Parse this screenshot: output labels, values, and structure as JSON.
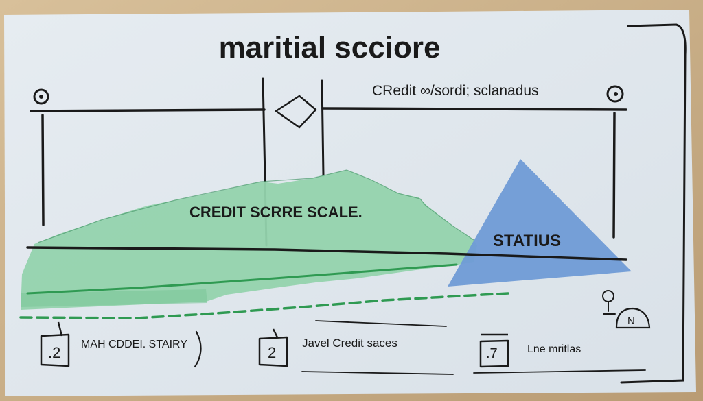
{
  "title": "maritial scciore",
  "header_note": "CRedit ∞/sordi; sclanadus",
  "labels": {
    "credit_scale": "CREDIT SCRRE SCALE.",
    "status": "STATIUS"
  },
  "legend": [
    {
      "box": ".2",
      "text": "MAH CDDEI. STAIRY"
    },
    {
      "box": "2",
      "text": "Javel Credit saces"
    },
    {
      "box": ".7",
      "text": "Lne mritlas"
    }
  ],
  "corner_badge": "N",
  "colors": {
    "background": "#c9b08c",
    "paper": "#e3e9ee",
    "ink": "#1a1a1a",
    "green_fill": "#93d3ad",
    "green_dash": "#2f9a52",
    "blue_fill": "#6f9bd6"
  }
}
